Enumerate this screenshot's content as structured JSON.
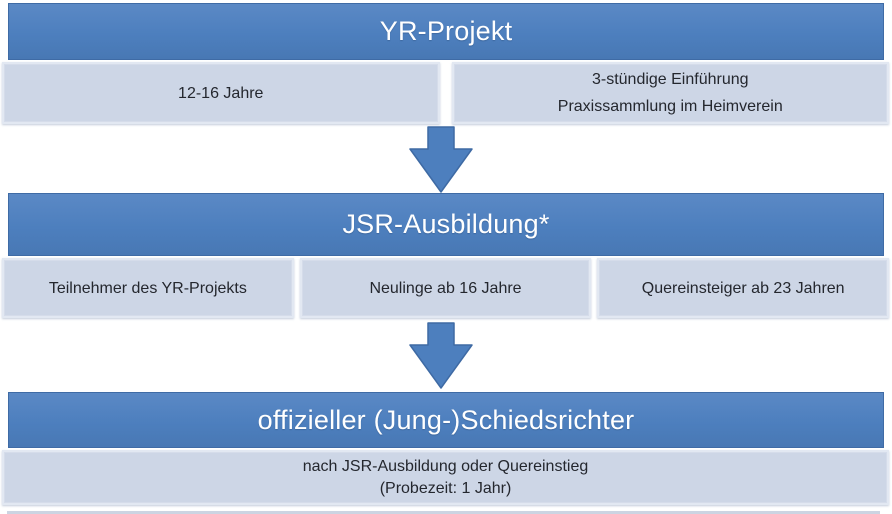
{
  "colors": {
    "accent": "#4d7fbe",
    "accent_light": "#5b89c5",
    "accent_dark": "#3f6ba5",
    "accent_dark2": "#4878b4",
    "cell_bg": "#cdd6e6",
    "cell_text": "#24272e",
    "header_text": "#ffffff",
    "bottom_strip": "#ccd4e2"
  },
  "stages": [
    {
      "title": "YR-Projekt",
      "cells": [
        {
          "lines": [
            "12-16 Jahre"
          ]
        },
        {
          "lines": [
            "3-stündige Einführung",
            "Praxissammlung im Heimverein"
          ]
        }
      ]
    },
    {
      "title": "JSR-Ausbildung*",
      "cells": [
        {
          "lines": [
            "Teilnehmer des YR-Projekts"
          ]
        },
        {
          "lines": [
            "Neulinge ab 16 Jahre"
          ]
        },
        {
          "lines": [
            "Quereinsteiger ab 23 Jahren"
          ]
        }
      ]
    },
    {
      "title": "offizieller (Jung-)Schiedsrichter",
      "cells": [
        {
          "lines": [
            "nach JSR-Ausbildung oder Quereinstieg",
            "(Probezeit: 1 Jahr)"
          ]
        }
      ]
    }
  ]
}
